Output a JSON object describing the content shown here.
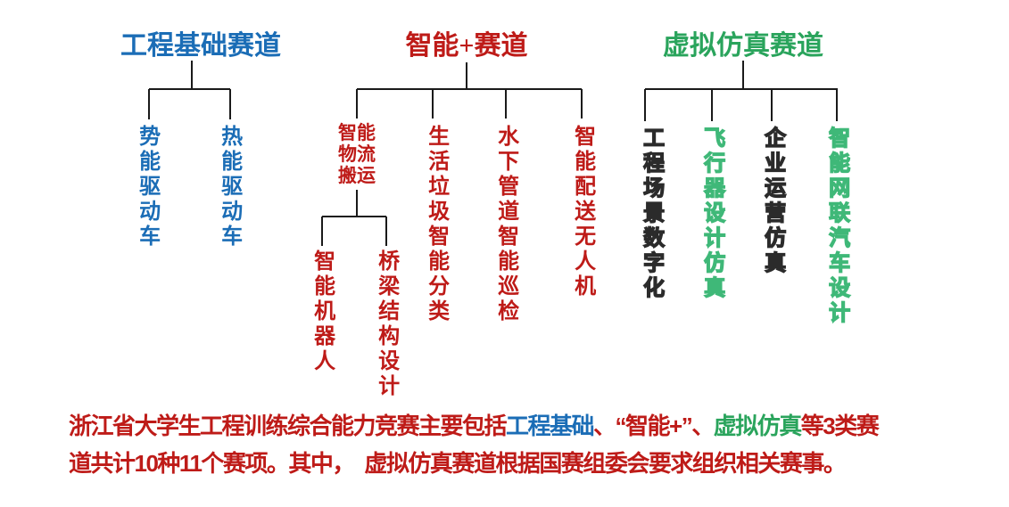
{
  "colors": {
    "blue": "#1b6db6",
    "red": "#be1b18",
    "green": "#2aa45c",
    "outline_black": "#2b2b2b",
    "outline_green": "#3fb878",
    "line": "#1a1a1a"
  },
  "tracks": [
    {
      "title": "工程基础赛道",
      "items": [
        {
          "label": "势能驱动车"
        },
        {
          "label": "热能驱动车"
        }
      ]
    },
    {
      "title": "智能+赛道",
      "items": [
        {
          "label": "智能物流搬运",
          "children": [
            {
              "label": "智能机器人"
            },
            {
              "label": "桥梁结构设计"
            }
          ]
        },
        {
          "label": "生活垃圾智能分类"
        },
        {
          "label": "水下管道智能巡检"
        },
        {
          "label": "智能配送无人机"
        }
      ]
    },
    {
      "title": "虚拟仿真赛道",
      "items": [
        {
          "label": "工程场景数字化"
        },
        {
          "label": "飞行器设计仿真"
        },
        {
          "label": "企业运营仿真"
        },
        {
          "label": "智能网联汽车设计"
        }
      ]
    }
  ],
  "footer": {
    "segments": [
      {
        "text": "浙江省大学生工程训练综合能力竞赛主要包括",
        "color": "red"
      },
      {
        "text": "工程基础",
        "color": "blue"
      },
      {
        "text": "、",
        "color": "red"
      },
      {
        "text": "“智能+”",
        "color": "red"
      },
      {
        "text": "、",
        "color": "red"
      },
      {
        "text": "虚拟仿真",
        "color": "green"
      },
      {
        "text": "等3类赛",
        "color": "red"
      },
      {
        "br": true
      },
      {
        "text": "道共计10种11个赛项。其中，　虚拟仿真赛道根据国赛组委会要求组织相关赛事。",
        "color": "red"
      }
    ]
  }
}
